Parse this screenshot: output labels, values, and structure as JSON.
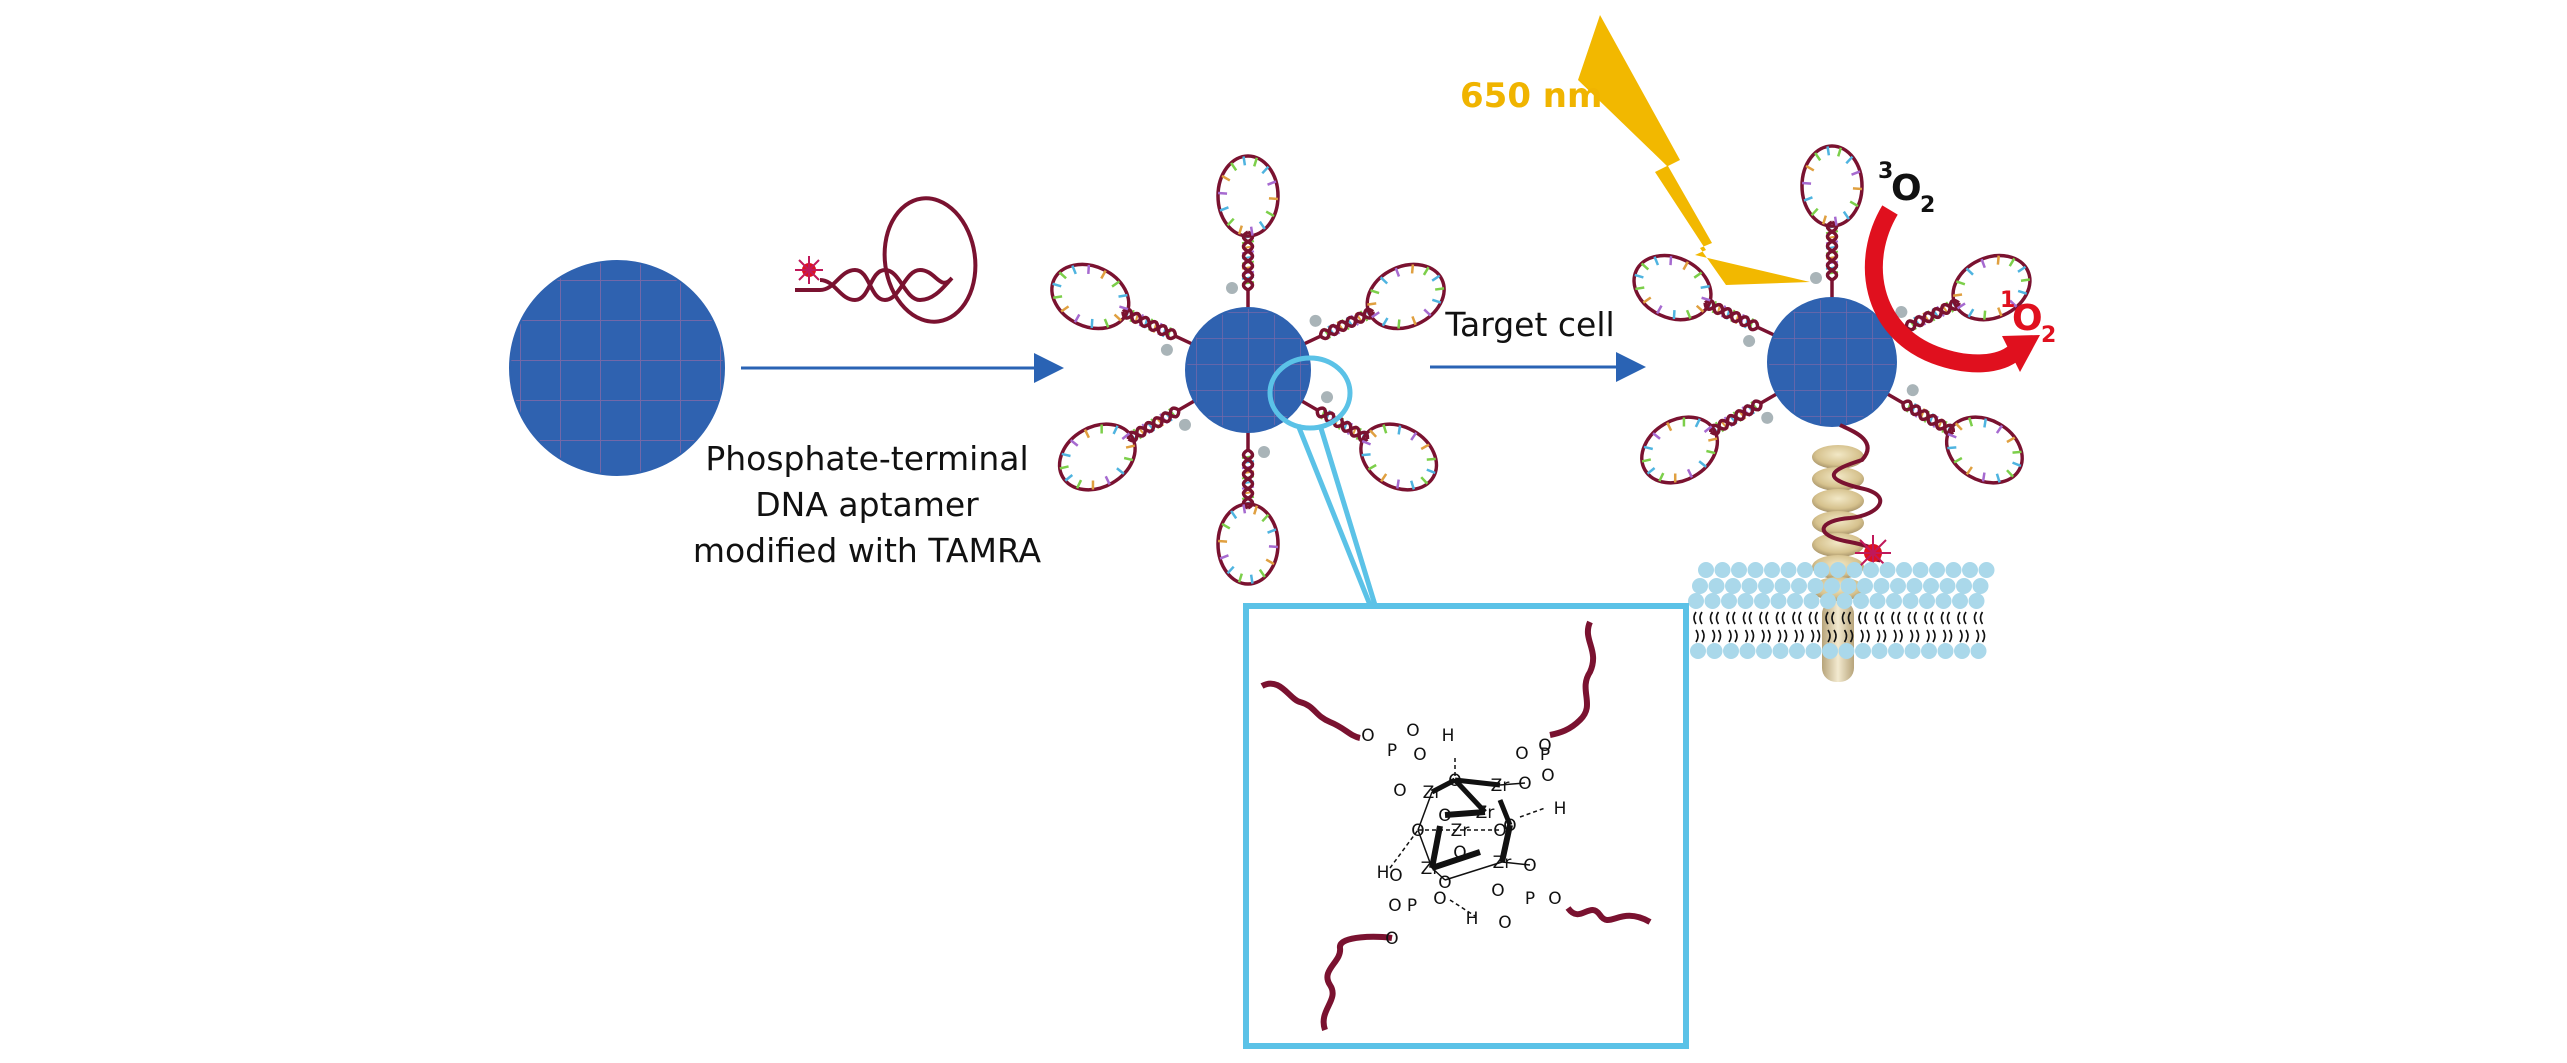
{
  "diagram": {
    "type": "schematic",
    "subject": "Zr-based nanoparticle functionalized with phosphate-terminal DNA aptamers for targeted photodynamic therapy",
    "colors": {
      "nanoparticle": "#2f62b0",
      "nanoparticle_grid": "#8f6aa6",
      "dna_strand": "#7a1230",
      "process_arrow": "#2a63b4",
      "light_bolt": "#f2b800",
      "light_label": "#f0b400",
      "singlet_oxygen": "#e0101e",
      "triplet_oxygen": "#111111",
      "inset_border": "#5bc2e7",
      "membrane_head": "#aad8ea",
      "receptor": "#d9c99a",
      "tamra_dye": "#e0101e",
      "phosphate_dot": "#a9b4b8"
    },
    "step1": {
      "reagent_label_lines": [
        "Phosphate-terminal",
        "DNA aptamer",
        "modified with TAMRA"
      ],
      "reagent_icon": "hairpin-aptamer-with-tamra-dye"
    },
    "step2": {
      "arrow_label": "Target cell"
    },
    "step3": {
      "light_label": "650 nm",
      "triplet_oxygen": {
        "sup": "3",
        "base": "O",
        "sub": "2"
      },
      "singlet_oxygen": {
        "sup": "1",
        "base": "O",
        "sub": "2"
      }
    },
    "inset": {
      "title": "Zr–phosphate coordination",
      "atoms": {
        "zr": "Zr",
        "o": "O",
        "p": "P",
        "h": "H"
      }
    }
  }
}
